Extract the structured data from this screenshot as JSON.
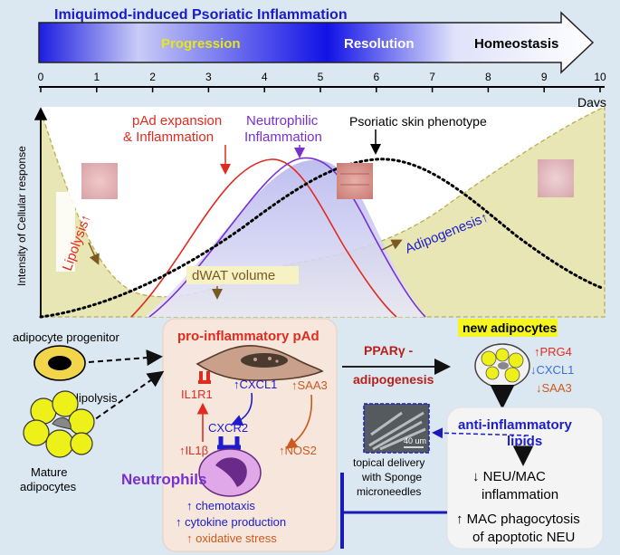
{
  "title": "Imiquimod-induced Psoriatic Inflammation",
  "phases": {
    "progression": "Progression",
    "resolution": "Resolution",
    "homeostasis": "Homeostasis"
  },
  "days_ticks": [
    "0",
    "1",
    "2",
    "3",
    "4",
    "5",
    "6",
    "7",
    "8",
    "9",
    "10"
  ],
  "days_label": "Days",
  "y_axis_label": "Intensity of Cellular response",
  "curve_labels": {
    "pad_line1": "pAd expansion",
    "pad_line2": "& Inflammation",
    "neu_line1": "Neutrophilic",
    "neu_line2": "Inflammation",
    "skin": "Psoriatic skin phenotype",
    "lipolysis": "Lipolysis↑",
    "adipogenesis": "Adipogenesis↑",
    "dwat": "dWAT volume"
  },
  "left": {
    "progenitor": "adipocyte progenitor",
    "lipolysis": "lipolysis",
    "mature_line1": "Mature",
    "mature_line2": "adipocytes"
  },
  "pad_box": {
    "title": "pro-inflammatory pAd",
    "il1r1": "IL1R1",
    "cxcl1": "↑CXCL1",
    "saa3": "↑SAA3",
    "cxcr2": "CXCR2",
    "il1b": "↑IL1β",
    "nos2": "↑NOS2",
    "neutrophils": "Neutrophils",
    "f1": "↑ chemotaxis",
    "f2": "↑ cytokine production",
    "f3": "↑ oxidative stress"
  },
  "pparg": {
    "line1": "PPARγ -",
    "line2": "adipogenesis"
  },
  "new_adipo": {
    "title": "new adipocytes",
    "prg4": "↑PRG4",
    "cxcl1": "↓CXCL1",
    "saa3": "↓SAA3"
  },
  "sponge": {
    "scale": "40 um",
    "line1": "topical delivery",
    "line2": "with Sponge",
    "line3": "microneedles"
  },
  "lipids": {
    "title1": "anti-inflammatory",
    "title2": "lipids",
    "r1": "↓ NEU/MAC",
    "r2": "inflammation",
    "r3": "↑ MAC phagocytosis",
    "r4": "of apoptotic NEU"
  },
  "colors": {
    "red": "#e02b20",
    "purple": "#7a2fd0",
    "blue": "#1c1ccc",
    "orange": "#cc5a1e",
    "olive": "#e8e6b4",
    "navy": "#1a1ab8"
  }
}
